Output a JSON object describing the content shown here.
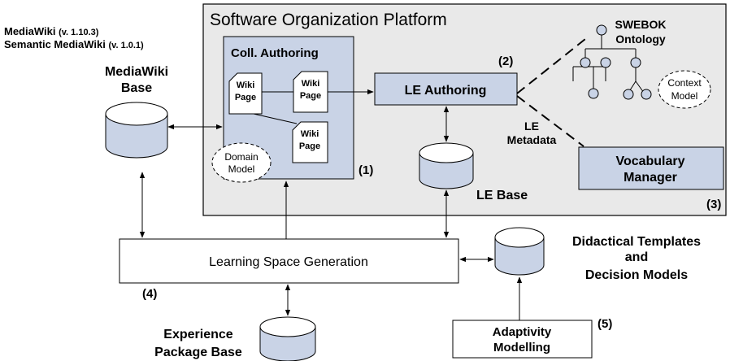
{
  "version_line1": "MediaWiki",
  "version_line1_small": "(v. 1.10.3)",
  "version_line2": "Semantic MediaWiki",
  "version_line2_small": "(v. 1.0.1)",
  "platform_title": "Software Organization Platform",
  "coll_authoring": "Coll. Authoring",
  "wiki_word": "Wiki",
  "page_word": "Page",
  "domain_model_1": "Domain",
  "domain_model_2": "Model",
  "label_1": "(1)",
  "le_authoring": "LE Authoring",
  "label_2": "(2)",
  "swebok_1": "SWEBOK",
  "swebok_2": "Ontology",
  "context_1": "Context",
  "context_2": "Model",
  "le_meta_1": "LE",
  "le_meta_2": "Metadata",
  "vocab_1": "Vocabulary",
  "vocab_2": "Manager",
  "label_3": "(3)",
  "mediawiki_base_1": "MediaWiki",
  "mediawiki_base_2": "Base",
  "le_base": "LE Base",
  "lsg": "Learning Space Generation",
  "label_4": "(4)",
  "didactical_1": "Didactical Templates",
  "didactical_2": "and",
  "didactical_3": "Decision Models",
  "experience_1": "Experience",
  "experience_2": "Package Base",
  "adaptivity_1": "Adaptivity",
  "adaptivity_2": "Modelling",
  "label_5": "(5)",
  "colors": {
    "platform_fill": "#e9e9e9",
    "box_fill": "#c9d3e6",
    "stroke": "#000000"
  }
}
